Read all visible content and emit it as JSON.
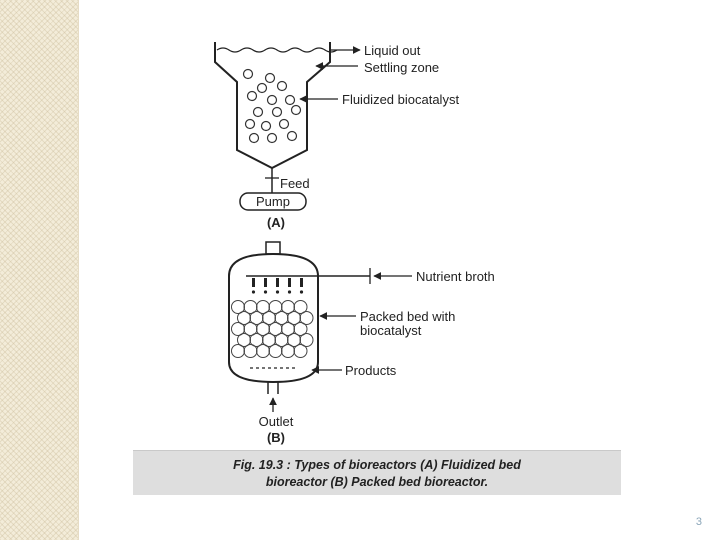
{
  "diagram_a": {
    "labels": {
      "liquid_out": "Liquid out",
      "settling_zone": "Settling zone",
      "fluidized_biocatalyst": "Fluidized biocatalyst",
      "feed": "Feed",
      "pump": "Pump"
    },
    "panel_label": "(A)"
  },
  "diagram_b": {
    "labels": {
      "nutrient_broth": "Nutrient broth",
      "packed_bed_line1": "Packed bed with",
      "packed_bed_line2": "biocatalyst",
      "products": "Products",
      "outlet": "Outlet"
    },
    "panel_label": "(B)"
  },
  "caption": {
    "line1": "Fig. 19.3 : Types of bioreactors (A) Fluidized bed",
    "line2": "bioreactor (B) Packed bed bioreactor."
  },
  "slide_number": "3",
  "colors": {
    "ink": "#222222",
    "side_band": "#f3ecd9",
    "caption_bg": "#dedede",
    "page_number": "#8aa5b8"
  }
}
